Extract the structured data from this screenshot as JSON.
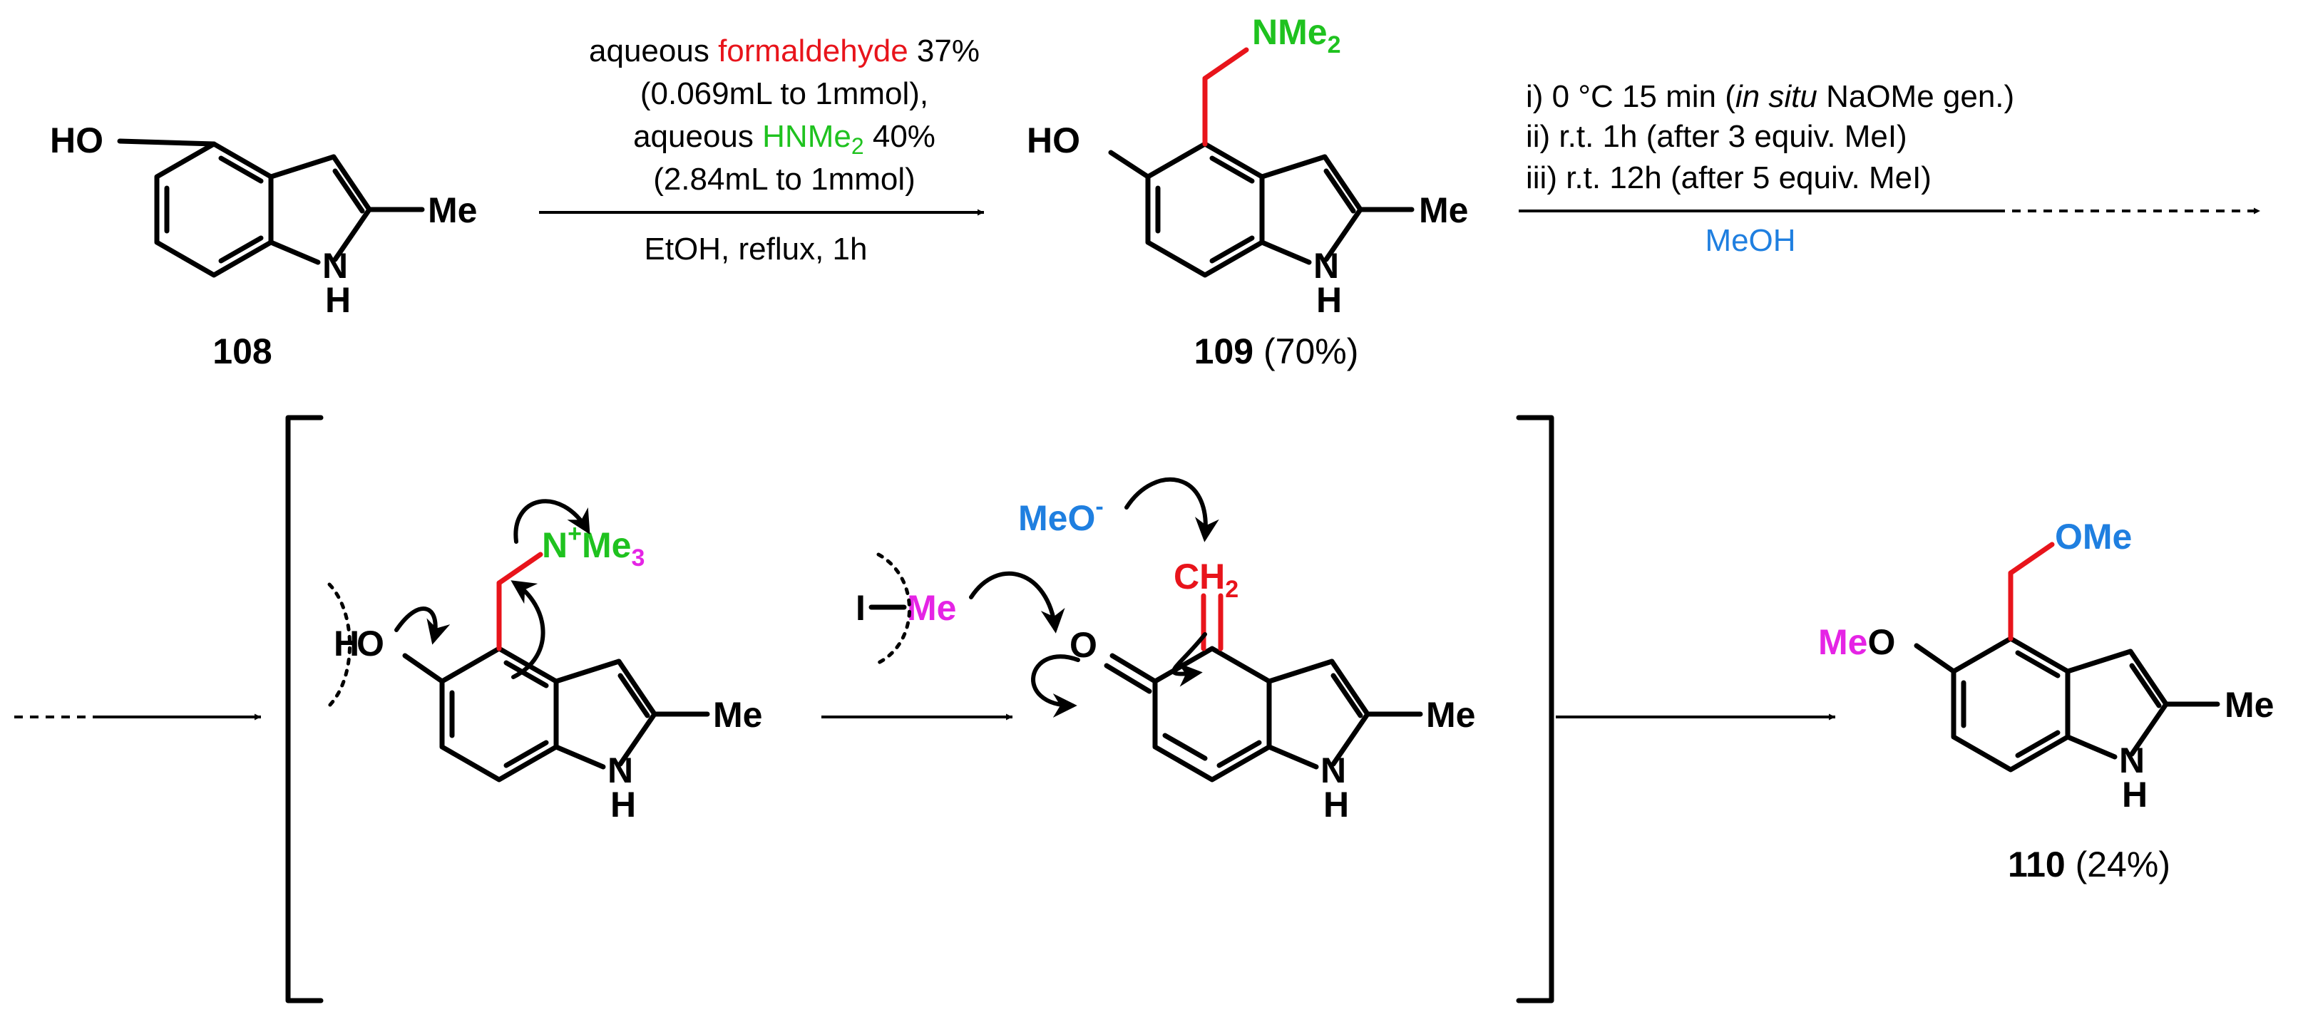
{
  "colors": {
    "red": "#e8141b",
    "green": "#1fc21f",
    "magenta": "#e524e5",
    "blue": "#1f7fe0",
    "black": "#000000"
  },
  "atoms": {
    "HO": "HO",
    "N": "N",
    "H": "H",
    "Me": "Me",
    "Me2_sub": "2",
    "Me3_sub": "3",
    "NMe_prefix": "NMe",
    "N_plus": "+",
    "O": "O",
    "MeO": "MeO",
    "minus": "-",
    "CH": "CH",
    "CH2_sub": "2",
    "I": "I",
    "OMe": "OMe",
    "H_attn": "H",
    "O_attn": "O"
  },
  "compounds": {
    "c108": {
      "label": "108"
    },
    "c109": {
      "label": "109",
      "yield": "(70%)"
    },
    "c110": {
      "label": "110",
      "yield": "(24%)"
    }
  },
  "step1": {
    "line1_pre": "aqueous ",
    "line1_red": "formaldehyde",
    "line1_post": " 37%",
    "line2": "(0.069mL to 1mmol),",
    "line3_pre": "aqueous ",
    "line3_green": "HNMe",
    "line3_sub": "2",
    "line3_post": " 40%",
    "line4": "(2.84mL to 1mmol)",
    "below": "EtOH, reflux, 1h"
  },
  "step2": {
    "line1_pre": "i) 0 °C 15 min (",
    "line1_italic": "in situ",
    "line1_post": " NaOMe gen.)",
    "line2": "ii) r.t. 1h (after 3 equiv. MeI)",
    "line3": "iii) r.t. 12h (after 5 equiv. MeI)",
    "below": "MeOH"
  }
}
